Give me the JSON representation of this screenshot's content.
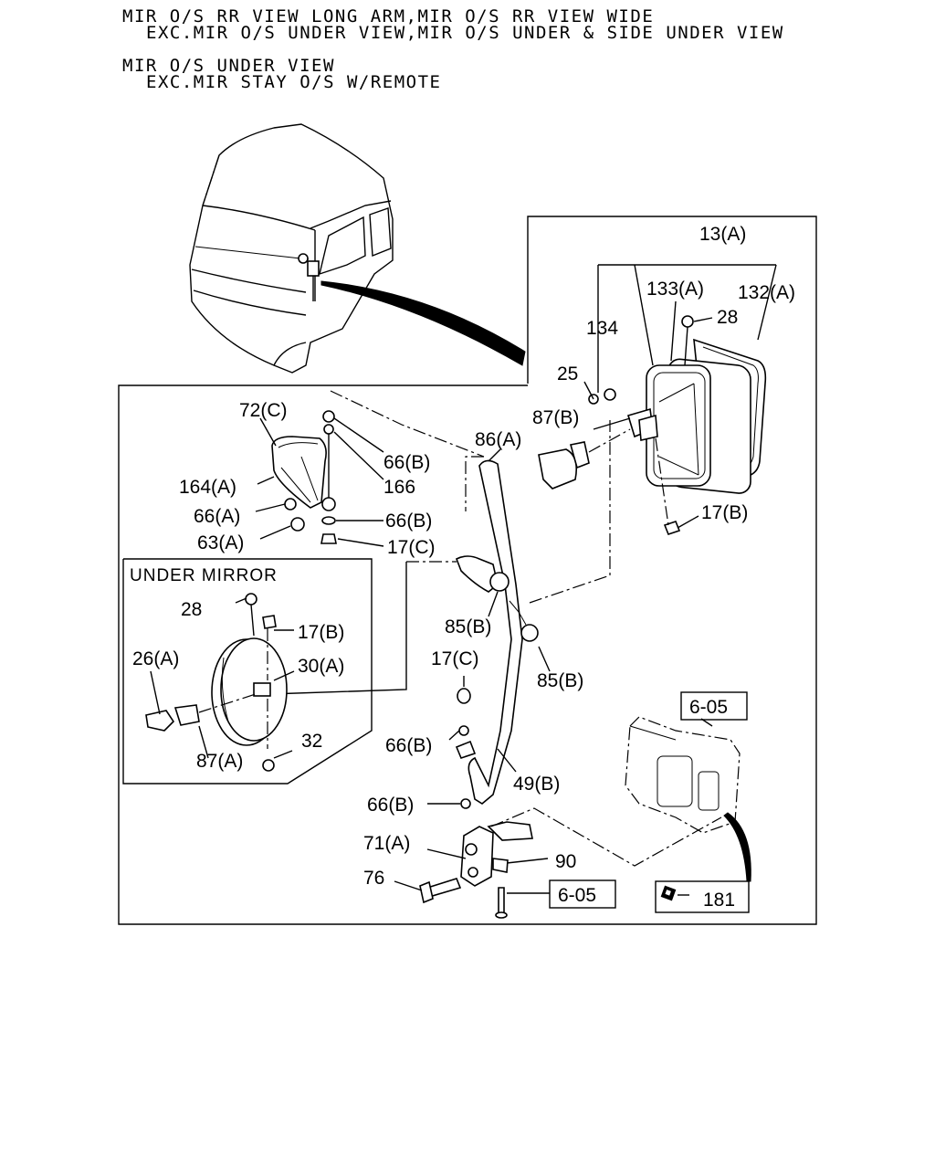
{
  "header": {
    "line1": "MIR O/S RR VIEW LONG ARM,MIR O/S RR VIEW WIDE",
    "line2": "EXC.MIR O/S UNDER VIEW,MIR O/S UNDER & SIDE UNDER VIEW",
    "line3": "MIR O/S UNDER VIEW",
    "line4": "EXC.MIR STAY O/S W/REMOTE"
  },
  "inset_title": "UNDER MIRROR",
  "labels": {
    "p13a": "13(A)",
    "p133a": "133(A)",
    "p132a": "132(A)",
    "p134": "134",
    "p28_top": "28",
    "p25": "25",
    "p87b": "87(B)",
    "p86a": "86(A)",
    "p17b_top": "17(B)",
    "p72c": "72(C)",
    "p66b_1": "66(B)",
    "p166": "166",
    "p164a": "164(A)",
    "p66a": "66(A)",
    "p66b_2": "66(B)",
    "p63a": "63(A)",
    "p17c_1": "17(C)",
    "p85b_1": "85(B)",
    "p85b_2": "85(B)",
    "p17c_2": "17(C)",
    "p66b_3": "66(B)",
    "p49b": "49(B)",
    "p66b_4": "66(B)",
    "p71a": "71(A)",
    "p90": "90",
    "p76": "76",
    "p28_inset": "28",
    "p17b_inset": "17(B)",
    "p26a": "26(A)",
    "p30a": "30(A)",
    "p32": "32",
    "p87a": "87(A)",
    "ref605_a": "6-05",
    "ref605_b": "6-05",
    "p181": "181"
  }
}
